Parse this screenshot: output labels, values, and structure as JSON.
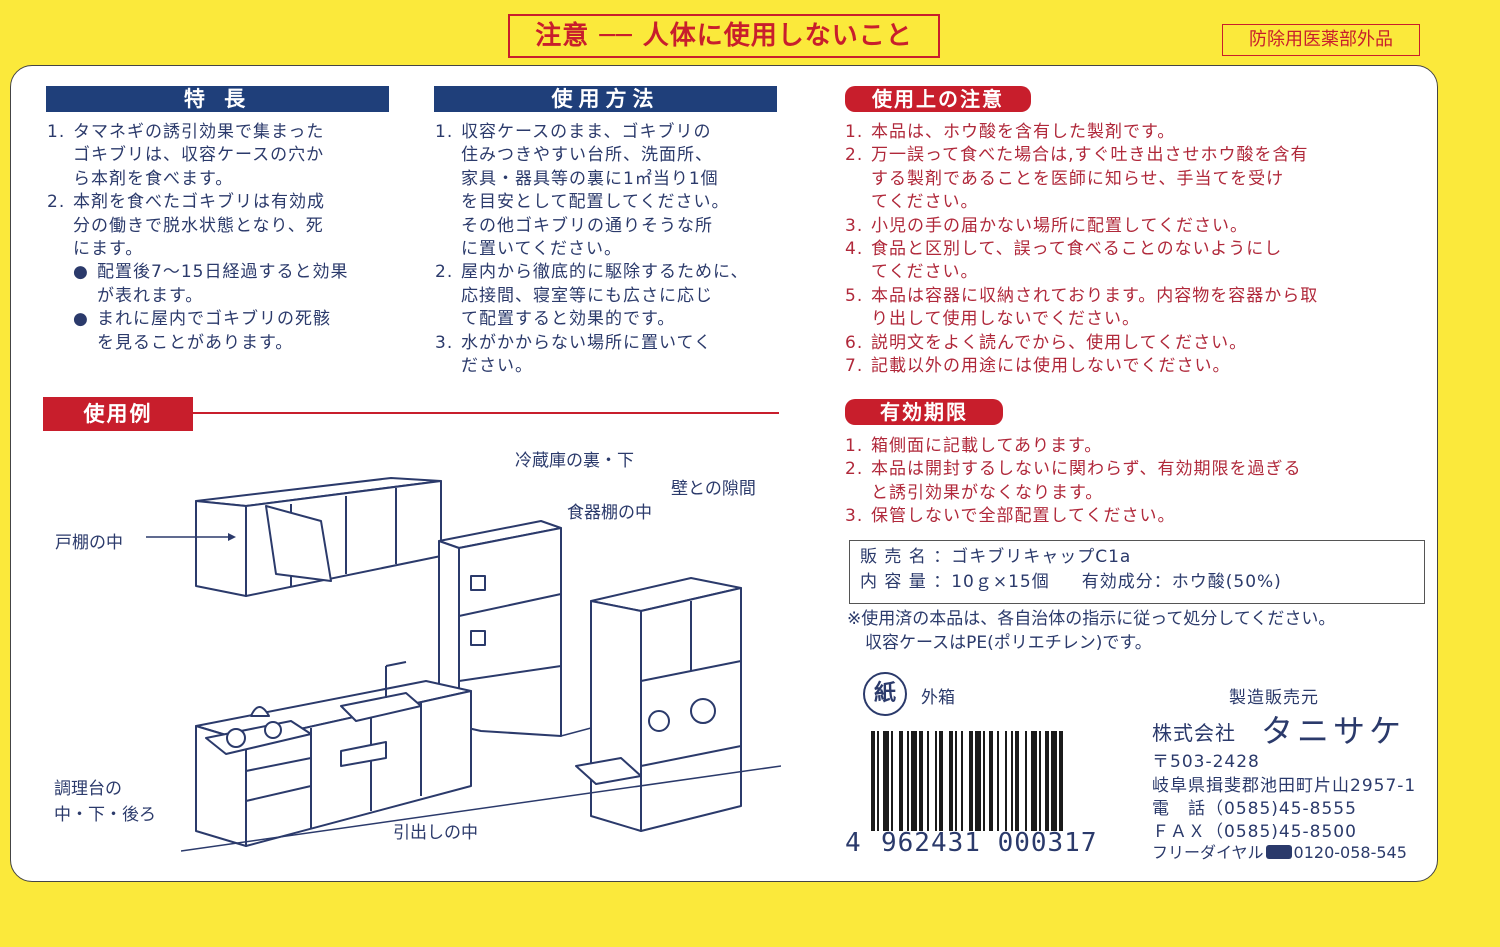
{
  "top_warning": "注意 ── 人体に使用しないこと",
  "category_label": "防除用医薬部外品",
  "features": {
    "heading": "特 長",
    "items": [
      {
        "n": "1.",
        "lines": [
          "タマネギの誘引効果で集まった",
          "ゴキブリは、収容ケースの穴か",
          "ら本剤を食べます。"
        ]
      },
      {
        "n": "2.",
        "lines": [
          "本剤を食べたゴキブリは有効成",
          "分の働きで脱水状態となり、死",
          "にます。"
        ]
      },
      {
        "n": "●",
        "sub": true,
        "lines": [
          "配置後7～15日経過すると効果",
          "が表れます。"
        ]
      },
      {
        "n": "●",
        "sub": true,
        "lines": [
          "まれに屋内でゴキブリの死骸",
          "を見ることがあります。"
        ]
      }
    ]
  },
  "usage": {
    "heading": "使用方法",
    "items": [
      {
        "n": "1.",
        "lines": [
          "収容ケースのまま、ゴキブリの",
          "住みつきやすい台所、洗面所、",
          "家具・器具等の裏に1㎡当り1個",
          "を目安として配置してください。",
          "その他ゴキブリの通りそうな所",
          "に置いてください。"
        ]
      },
      {
        "n": "2.",
        "lines": [
          "屋内から徹底的に駆除するために、",
          "応接間、寝室等にも広さに応じ",
          "て配置すると効果的です。"
        ]
      },
      {
        "n": "3.",
        "lines": [
          "水がかからない場所に置いてく",
          "ださい。"
        ]
      }
    ]
  },
  "example": {
    "heading": "使用例",
    "labels": {
      "cupboard": "戸棚の中",
      "fridge": "冷蔵庫の裏・下",
      "wall_gap": "壁との隙間",
      "dish_shelf": "食器棚の中",
      "counter_l1": "調理台の",
      "counter_l2": "中・下・後ろ",
      "drawer": "引出しの中"
    }
  },
  "cautions": {
    "heading": "使用上の注意",
    "items": [
      {
        "n": "1.",
        "lines": [
          "本品は、ホウ酸を含有した製剤です。"
        ]
      },
      {
        "n": "2.",
        "lines": [
          "万一誤って食べた場合は,すぐ吐き出させホウ酸を含有",
          "する製剤であることを医師に知らせ、手当てを受け",
          "てください。"
        ]
      },
      {
        "n": "3.",
        "lines": [
          "小児の手の届かない場所に配置してください。"
        ]
      },
      {
        "n": "4.",
        "lines": [
          "食品と区別して、誤って食べることのないようにし",
          "てください。"
        ]
      },
      {
        "n": "5.",
        "lines": [
          "本品は容器に収納されております。内容物を容器から取",
          "り出して使用しないでください。"
        ]
      },
      {
        "n": "6.",
        "lines": [
          "説明文をよく読んでから、使用してください。"
        ]
      },
      {
        "n": "7.",
        "lines": [
          "記載以外の用途には使用しないでください。"
        ]
      }
    ]
  },
  "expiry": {
    "heading": "有効期限",
    "items": [
      {
        "n": "1.",
        "lines": [
          "箱側面に記載してあります。"
        ]
      },
      {
        "n": "2.",
        "lines": [
          "本品は開封するしないに関わらず、有効期限を過ぎる",
          "と誘引効果がなくなります。"
        ]
      },
      {
        "n": "3.",
        "lines": [
          "保管しないで全部配置してください。"
        ]
      }
    ]
  },
  "product": {
    "name_label": "販 売 名",
    "name_value": "：ゴキブリキャップC1a",
    "content_label": "内 容 量",
    "content_value": "：10ｇ×15個",
    "ingredient": "有効成分：ホウ酸(50%)"
  },
  "disposal_note": {
    "line1": "※使用済の本品は、各自治体の指示に従って処分してください。",
    "line2": "収容ケースはPE(ポリエチレン)です。"
  },
  "recycle": {
    "mark": "紙",
    "label": "外箱"
  },
  "manufacturer": {
    "role": "製造販売元",
    "company_prefix": "株式会社",
    "company_name": "タニサケ",
    "postal": "〒503-2428",
    "address": "岐阜県揖斐郡池田町片山2957-1",
    "tel": "電　話（0585)45-8555",
    "fax": "ＦＡＸ（0585)45-8500",
    "freedial_label": "フリーダイヤル",
    "freedial_icon": "freedial-icon",
    "freedial_number": "0120-058-545"
  },
  "barcode": {
    "prefix": "4",
    "digits": "962431 000317"
  },
  "colors": {
    "background": "#fbe93b",
    "navy": "#1f3f7a",
    "red": "#c81e2c"
  }
}
